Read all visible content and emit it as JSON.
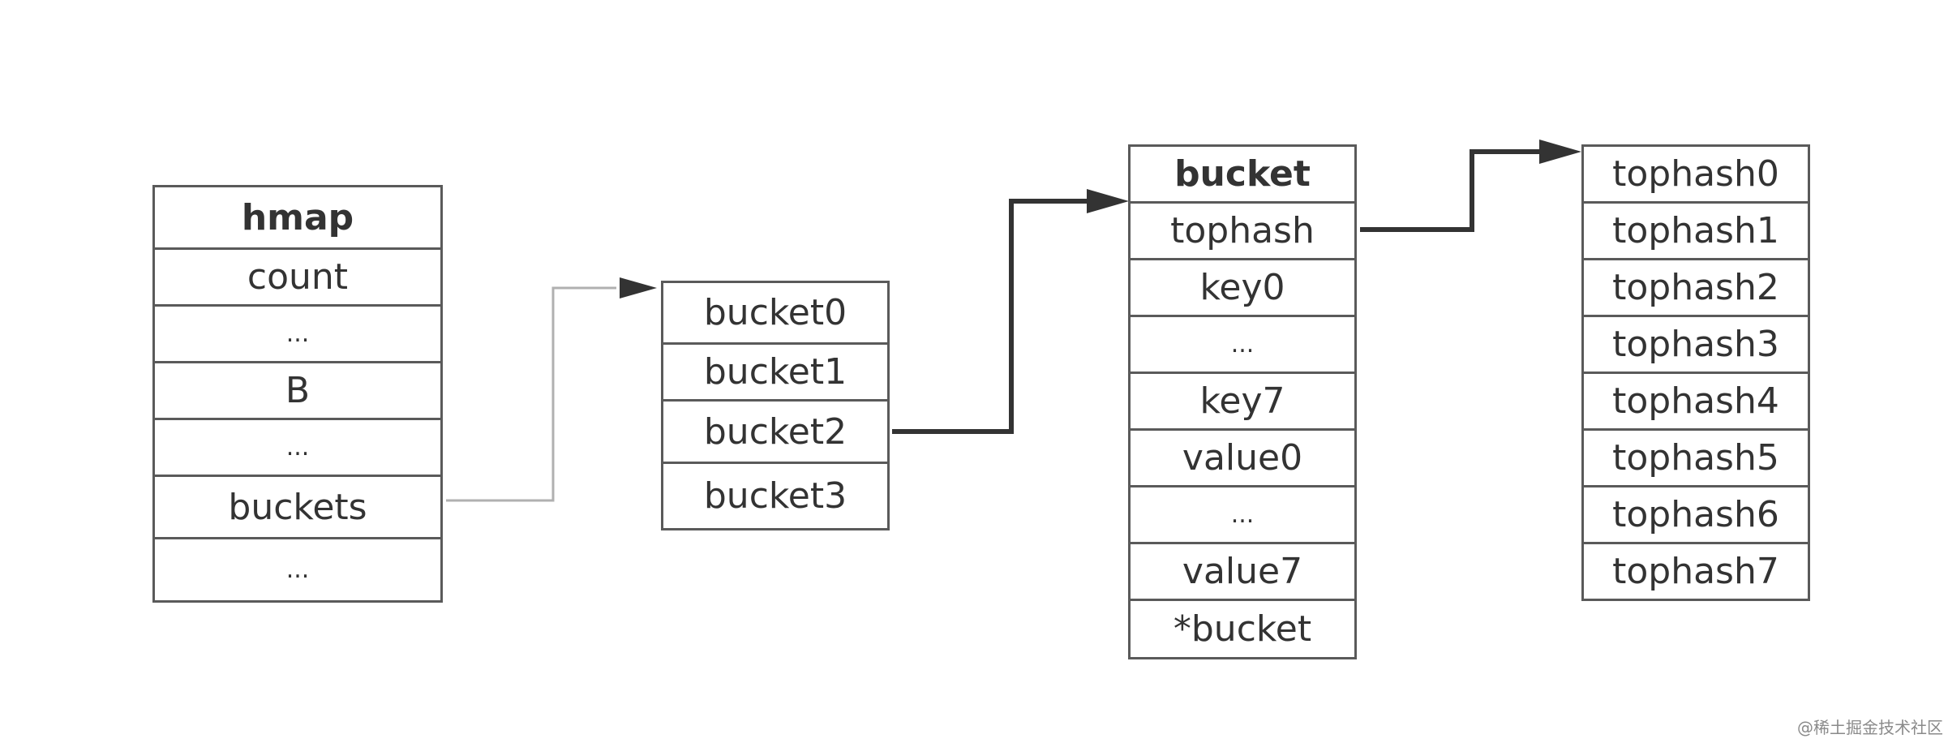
{
  "tables": {
    "hmap": [
      "hmap",
      "count",
      "...",
      "B",
      "...",
      "buckets",
      "..."
    ],
    "buckets": [
      "bucket0",
      "bucket1",
      "bucket2",
      "bucket3"
    ],
    "bucket": [
      "bucket",
      "tophash",
      "key0",
      "...",
      "key7",
      "value0",
      "...",
      "value7",
      "*bucket"
    ],
    "tophash": [
      "tophash0",
      "tophash1",
      "tophash2",
      "tophash3",
      "tophash4",
      "tophash5",
      "tophash6",
      "tophash7"
    ]
  },
  "connectors": [
    {
      "from": "hmap.buckets",
      "to": "buckets",
      "style": "thin-gray"
    },
    {
      "from": "buckets.bucket2",
      "to": "bucket",
      "style": "thick-dark"
    },
    {
      "from": "bucket.tophash",
      "to": "tophash",
      "style": "thick-dark"
    }
  ],
  "colors": {
    "border": "#5a5a5a",
    "text": "#333333",
    "thin_arrow": "#b0b0b0",
    "thick_arrow": "#333333"
  },
  "watermark": "@稀土掘金技术社区"
}
